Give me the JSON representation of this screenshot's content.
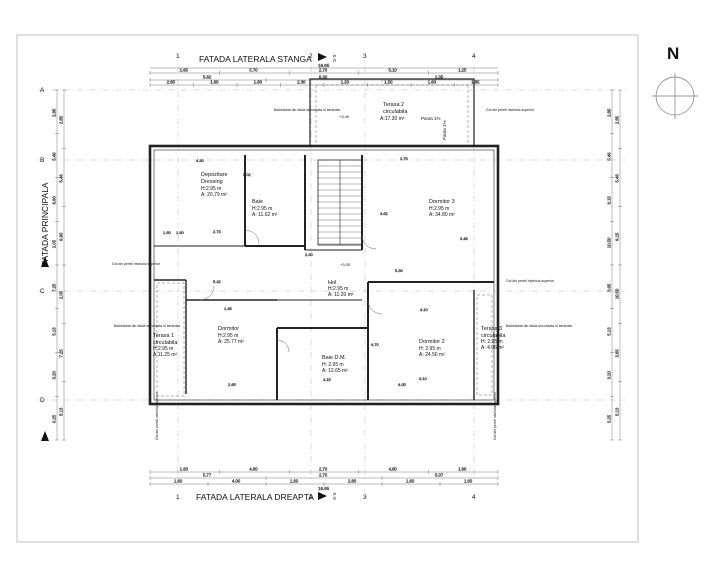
{
  "north_label": "N",
  "facade_top": "FATADA LATERALA STANGA",
  "facade_bottom": "FATADA LATERALA DREAPTA",
  "facade_left": "FATADA PRINCIPALA",
  "section_mark": "S-S",
  "axis_numbers": [
    "1",
    "2",
    "3",
    "4"
  ],
  "axis_letters": [
    "A",
    "B",
    "C",
    "D"
  ],
  "rooms": {
    "terasa2": {
      "name": "Terasa 2",
      "sub": "circulabila",
      "area": "A:17.30 m²"
    },
    "depozitare": {
      "name": "Depozitare",
      "sub": "Dressing",
      "height": "H:2.95 m",
      "area": "A: 20.79 m²"
    },
    "baie": {
      "name": "Baie",
      "height": "H:2.95 m",
      "area": "A: 11.62 m²"
    },
    "dormitor3": {
      "name": "Dormitor 3",
      "height": "H:2.95 m",
      "area": "A: 34.80 m²"
    },
    "hol": {
      "name": "Hol",
      "height": "H:2.95 m",
      "area": "A: 11.20 m²"
    },
    "terasa1": {
      "name": "Terasa 1",
      "sub": "circulabila",
      "height": "H:2.95 m",
      "area": "A:11.25 m²"
    },
    "dormitor": {
      "name": "Dormitor",
      "height": "H:2.95 m",
      "area": "A: 25.77 m²"
    },
    "baiedm": {
      "name": "Baie D.M.",
      "height": "H:  2.95 m",
      "area": "A:  12.65 m²"
    },
    "dormitor2": {
      "name": "Dormitor 2",
      "height": "H: 2.95 m",
      "area": "A: 24.56 m²"
    },
    "terasa3": {
      "name": "Terasa 3",
      "sub": "circulabila",
      "height": "H: 2.95 m",
      "area": "A: 4.96 m²"
    }
  },
  "notes": {
    "panta1": "Panta 1%",
    "panta2": "Panta 1%",
    "level1": "+3.40",
    "level2": "+3.00",
    "balustrada": "Balustrada din sticla securizata si laminata",
    "gol": "Gol din pereti nivelului superior"
  },
  "dims_top": {
    "overall": "16.65",
    "row1": [
      "1.65",
      "5.70",
      "2.70",
      "5.10",
      "1.25"
    ],
    "row2": [
      "5.82",
      "6.30",
      "2.35"
    ],
    "row3": [
      "2.85",
      "1.60",
      "1.80",
      "2.30",
      "1.20",
      "1.50",
      "1.60",
      "1.85"
    ]
  },
  "dims_bottom": {
    "overall": "16.65",
    "row1": [
      "1.60",
      "4.80",
      "2.70",
      "4.80",
      "1.60"
    ],
    "row2": [
      "5.77",
      "2.70",
      "5.07"
    ],
    "row3": [
      "1.60",
      "4.00",
      "1.60",
      "2.80",
      "1.60",
      "1.60"
    ]
  },
  "dims_left": [
    "2.85",
    "5.46",
    "6.90",
    "2.05",
    "7.25",
    "5.13",
    "3.20",
    "0.25"
  ],
  "dims_right": [
    "2.85",
    "5.46",
    "6.15",
    "10.50",
    "3.65",
    "5.13",
    "3.20",
    "0.25"
  ],
  "dims_inner": [
    "4.30",
    "1.60",
    "3.02",
    "2.73",
    "2.30",
    "4.62",
    "3.48",
    "5.30",
    "1.60",
    "1.45",
    "2.65",
    "4.15",
    "4.05",
    "3.10",
    "4.10",
    "4.70",
    "2.79",
    "5.42"
  ]
}
